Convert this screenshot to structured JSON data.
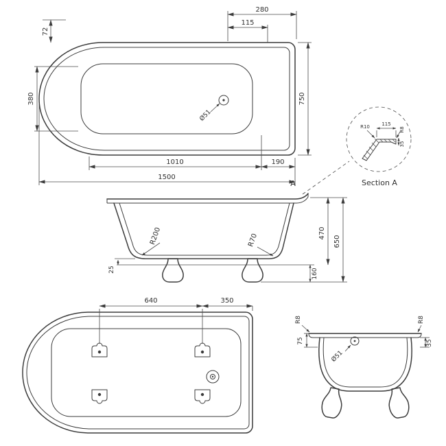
{
  "drawing": {
    "title": "bathtub-technical-drawing",
    "line_color": "#3b3b3b",
    "background": "#ffffff",
    "plan": {
      "d280": "280",
      "d115": "115",
      "d72": "72",
      "d380": "380",
      "d750": "750",
      "d1010": "1010",
      "d190": "190",
      "d1500": "1500",
      "drain": "Ø51"
    },
    "section": {
      "marker": "A",
      "label": "Section A",
      "r10": "R10",
      "d115": "115",
      "r8": "R8",
      "d35": "35"
    },
    "side": {
      "r200": "R200",
      "r70": "R70",
      "d470": "470",
      "d650": "650",
      "d25": "25",
      "d160": "160"
    },
    "bottom": {
      "d640": "640",
      "d350": "350"
    },
    "end": {
      "r8_left": "R8",
      "r8_right": "R8",
      "d75": "75",
      "d35": "35",
      "drain": "Ø51"
    }
  }
}
